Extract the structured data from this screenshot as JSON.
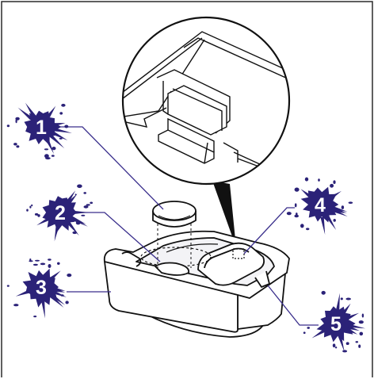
{
  "colors": {
    "frame": "#2a2a2a",
    "line": "#1a1a1a",
    "splash": "#2b2278",
    "leader": "#3a2f8c",
    "fill_light": "#ffffff",
    "fill_shadow": "#e9e9ee"
  },
  "callouts": [
    {
      "label": "1"
    },
    {
      "label": "2"
    },
    {
      "label": "3"
    },
    {
      "label": "4"
    },
    {
      "label": "5"
    }
  ]
}
